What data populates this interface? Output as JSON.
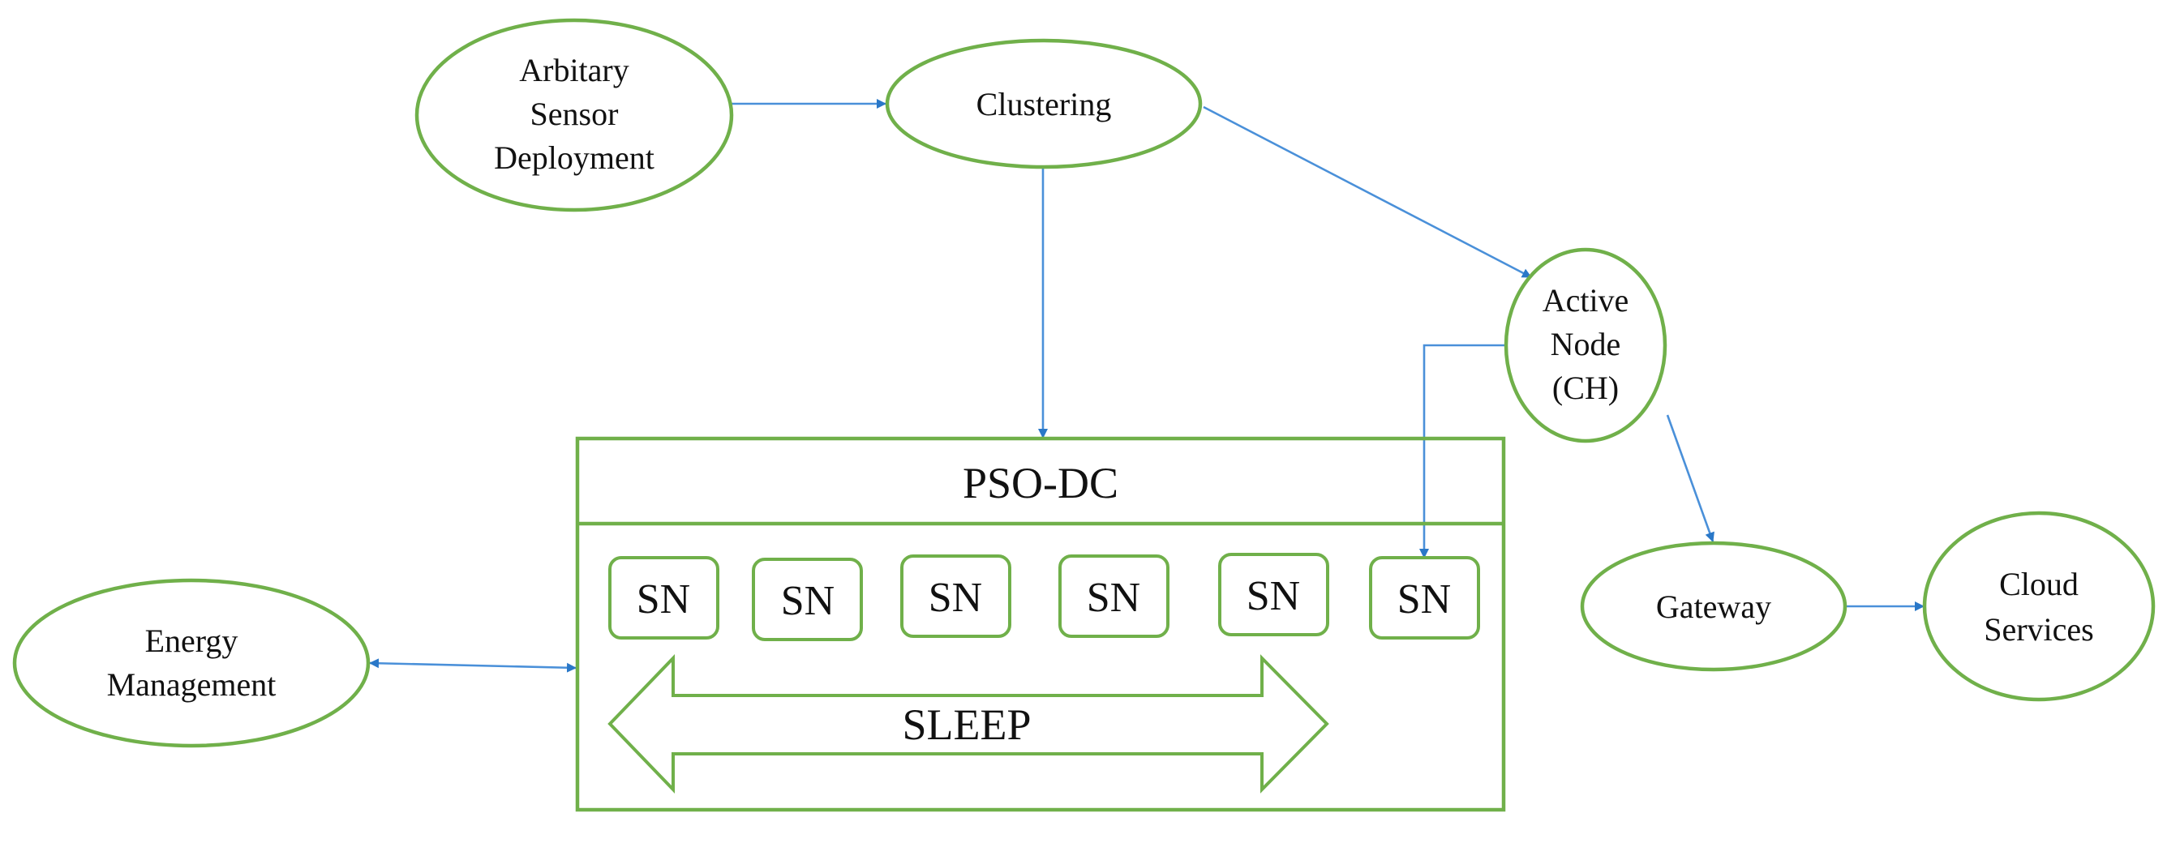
{
  "nodes": {
    "arbitary_sensor_deployment": {
      "lines": [
        "Arbitary",
        "Sensor",
        "Deployment"
      ]
    },
    "clustering": {
      "lines": [
        "Clustering"
      ]
    },
    "active_node": {
      "lines": [
        "Active",
        "Node",
        "(CH)"
      ]
    },
    "gateway": {
      "lines": [
        "Gateway"
      ]
    },
    "cloud_services": {
      "lines": [
        "Cloud",
        "Services"
      ]
    },
    "energy_management": {
      "lines": [
        "Energy",
        "Management"
      ]
    }
  },
  "pso_dc": {
    "title": "PSO-DC",
    "sensor_nodes": [
      "SN",
      "SN",
      "SN",
      "SN",
      "SN",
      "SN"
    ],
    "sleep_label": "SLEEP"
  },
  "colors": {
    "node_border": "#70b04a",
    "arrow": "#4a90d9",
    "text": "#111111"
  },
  "edges": [
    {
      "from": "Arbitary Sensor Deployment",
      "to": "Clustering",
      "direction": "forward"
    },
    {
      "from": "Clustering",
      "to": "PSO-DC",
      "direction": "forward"
    },
    {
      "from": "Clustering",
      "to": "Active Node (CH)",
      "direction": "forward"
    },
    {
      "from": "Active Node (CH)",
      "to": "SN",
      "direction": "forward"
    },
    {
      "from": "Active Node (CH)",
      "to": "Gateway",
      "direction": "forward"
    },
    {
      "from": "Gateway",
      "to": "Cloud Services",
      "direction": "forward"
    },
    {
      "from": "Energy Management",
      "to": "PSO-DC",
      "direction": "bidirectional"
    }
  ]
}
